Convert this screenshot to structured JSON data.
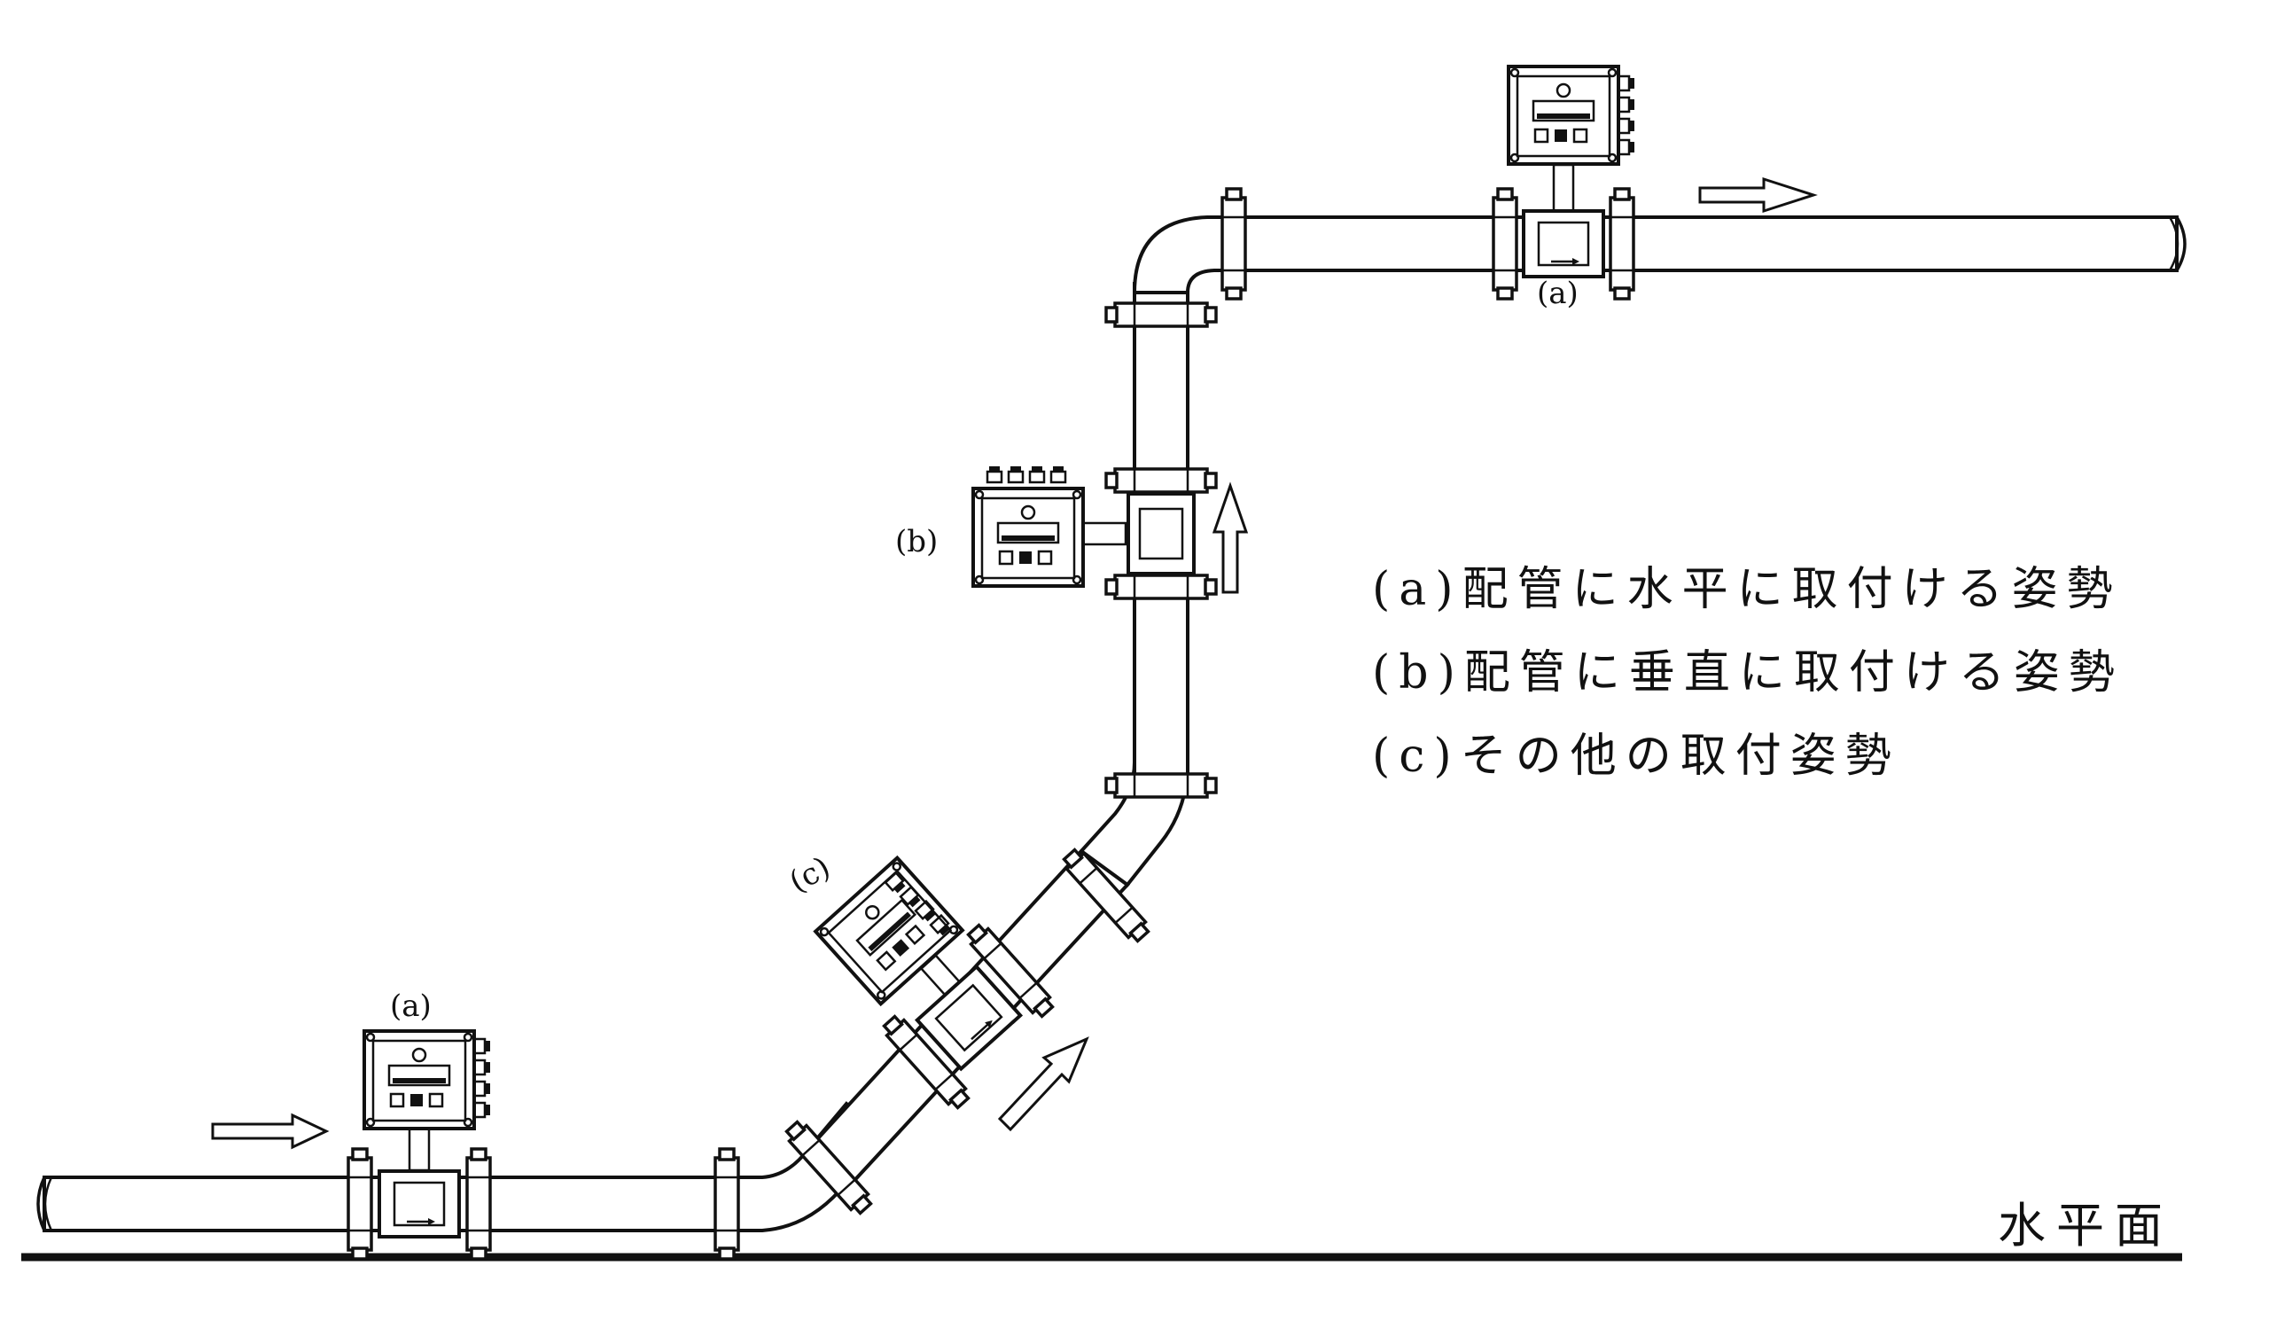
{
  "labels": {
    "meter_a_top": "(a)",
    "meter_a_bottom": "(a)",
    "meter_b": "(b)",
    "meter_c": "(c)",
    "ground": "水平面"
  },
  "legend": [
    "(a)配管に水平に取付ける姿勢",
    "(b)配管に垂直に取付ける姿勢",
    "(c)その他の取付姿勢"
  ]
}
